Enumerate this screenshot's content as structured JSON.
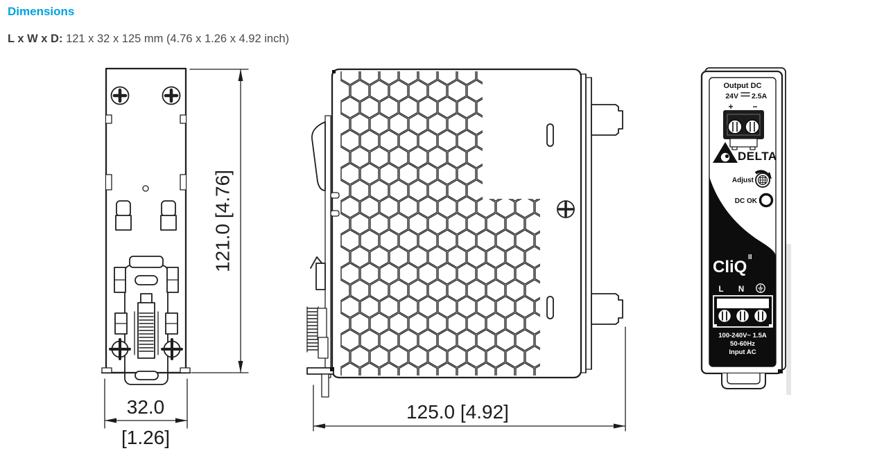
{
  "header": {
    "title": "Dimensions",
    "dims_label": "L x W x D:",
    "dims_value": "121 x 32 x 125 mm (4.76 x 1.26 x 4.92 inch)"
  },
  "colors": {
    "accent": "#00a2df",
    "drawing_line": "#1f1f1f",
    "panel_black": "#0d0d0d",
    "body_text": "#4a4a4a"
  },
  "rear_view": {
    "height_dim": "121.0  [4.76]",
    "width_dim_mm": "32.0",
    "width_dim_inch": "[1.26]"
  },
  "side_view": {
    "depth_dim": "125.0  [4.92]"
  },
  "front_view": {
    "output_label": "Output DC",
    "output_voltage": "24V",
    "output_current": "2.5A",
    "polarity_plus": "+",
    "polarity_minus": "−",
    "brand": "DELTA",
    "adjust_label": "Adjust",
    "dc_ok_label": "DC OK",
    "product_logo": "CliQ",
    "product_logo_sup": "II",
    "terminal_l": "L",
    "terminal_n": "N",
    "input_line1": "100-240V~ 1.5A",
    "input_line2": "50-60Hz",
    "input_line3": "Input AC"
  }
}
